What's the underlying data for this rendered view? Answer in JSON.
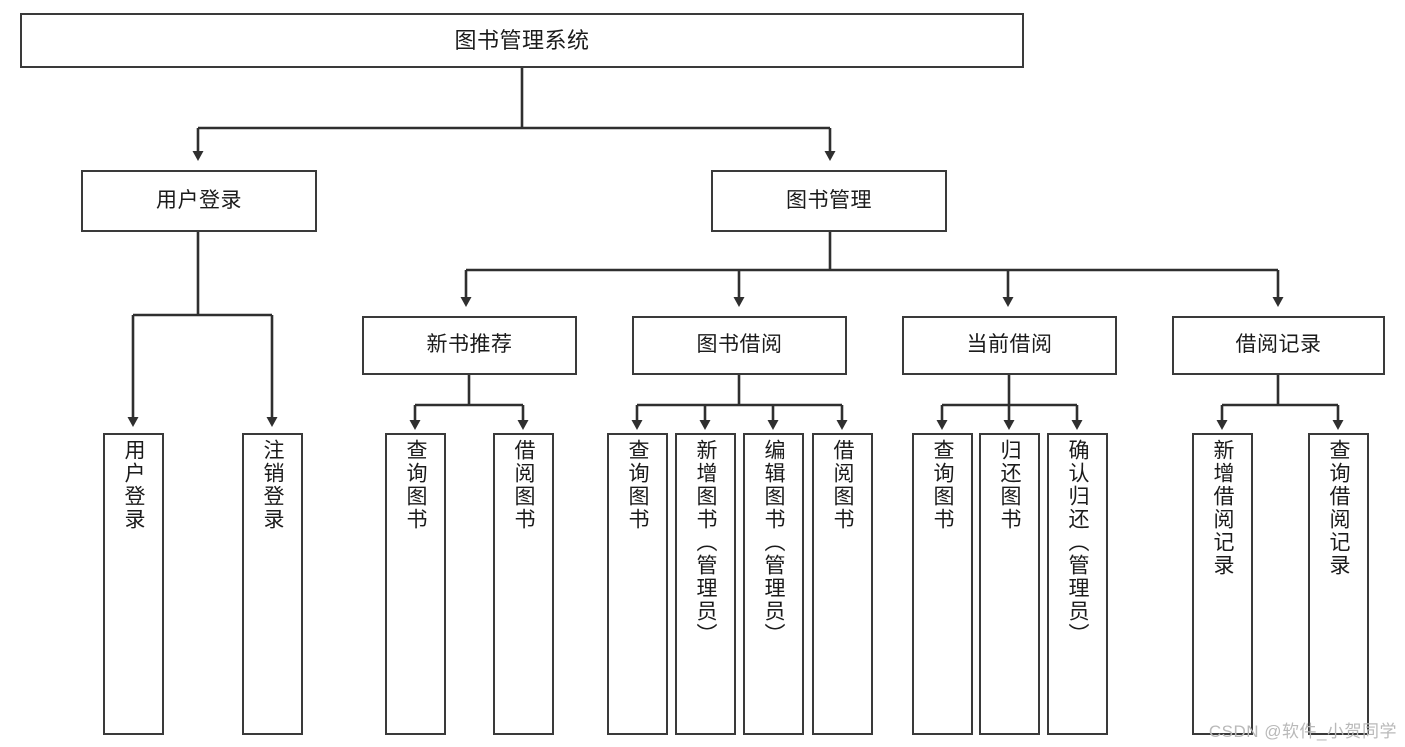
{
  "diagram": {
    "title": "图书管理系统",
    "type": "tree-hierarchy-chart",
    "root": {
      "label": "图书管理系统"
    },
    "level2": [
      {
        "label": "用户登录"
      },
      {
        "label": "图书管理"
      }
    ],
    "level3": [
      {
        "label": "新书推荐"
      },
      {
        "label": "图书借阅"
      },
      {
        "label": "当前借阅"
      },
      {
        "label": "借阅记录"
      }
    ],
    "leaves": {
      "user_login": [
        {
          "label": "用户登录"
        },
        {
          "label": "注销登录"
        }
      ],
      "new_book_recommend": [
        {
          "label": "查询图书"
        },
        {
          "label": "借阅图书"
        }
      ],
      "book_borrow": [
        {
          "label": "查询图书"
        },
        {
          "label": "新增图书（管理员）"
        },
        {
          "label": "编辑图书（管理员）"
        },
        {
          "label": "借阅图书"
        }
      ],
      "current_borrow": [
        {
          "label": "查询图书"
        },
        {
          "label": "归还图书"
        },
        {
          "label": "确认归还（管理员）"
        }
      ],
      "borrow_record": [
        {
          "label": "新增借阅记录"
        },
        {
          "label": "查询借阅记录"
        }
      ]
    }
  },
  "watermark": {
    "text": "CSDN @软件_小贺同学"
  },
  "colors": {
    "box_border": "#3a3a3a",
    "box_fill": "#ffffff",
    "wire": "#2f2f2f",
    "text": "#1b1b1b",
    "watermark": "#b9b9b9"
  }
}
